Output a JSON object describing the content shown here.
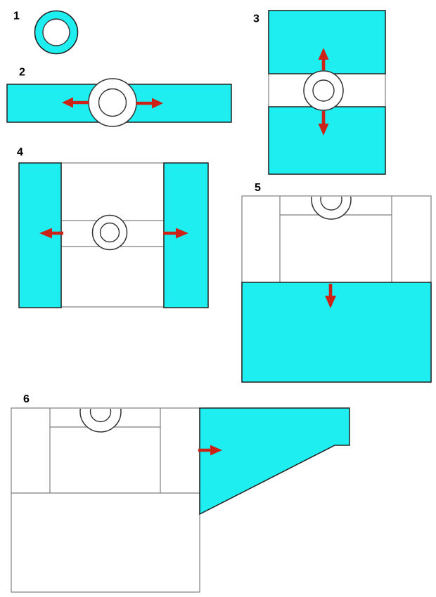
{
  "diagram": {
    "figures": [
      {
        "label": "1",
        "arrows": []
      },
      {
        "label": "2",
        "arrows": [
          "left",
          "right"
        ]
      },
      {
        "label": "3",
        "arrows": [
          "up",
          "down"
        ]
      },
      {
        "label": "4",
        "arrows": [
          "left",
          "right"
        ]
      },
      {
        "label": "5",
        "arrows": [
          "down"
        ]
      },
      {
        "label": "6",
        "arrows": [
          "right"
        ]
      }
    ]
  },
  "colors": {
    "cyan": "#1EEEF0",
    "cyan_border": "#222222",
    "gray_line": "#7E7E7E",
    "ring_stroke": "#333333",
    "arrow_red": "#CC2218",
    "label_color": "#000000",
    "background": "#FFFFFF"
  }
}
